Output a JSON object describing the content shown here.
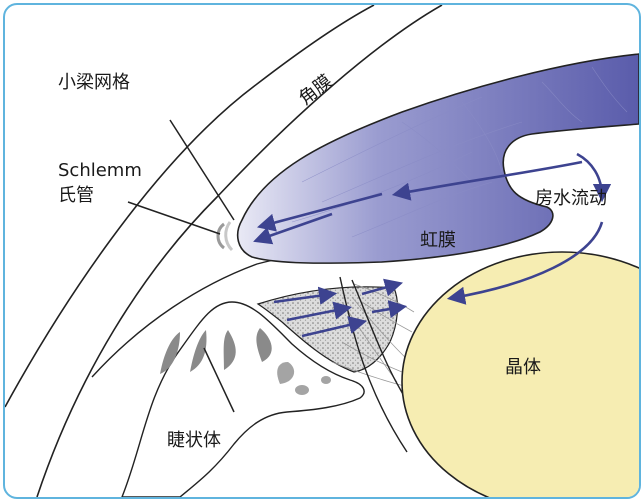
{
  "labels": {
    "trabecular_meshwork": "小梁网格",
    "cornea": "角膜",
    "schlemm_line1": "Schlemm",
    "schlemm_line2": "氏管",
    "aqueous_flow": "房水流动",
    "iris": "虹膜",
    "lens": "晶体",
    "ciliary_body": "睫状体"
  },
  "colors": {
    "frame": "#5fb4de",
    "iris": "#5d5fae",
    "lens": "#f6edb2",
    "arrow": "#3d4390",
    "ciliary_stipple": "#bdbdbd"
  }
}
